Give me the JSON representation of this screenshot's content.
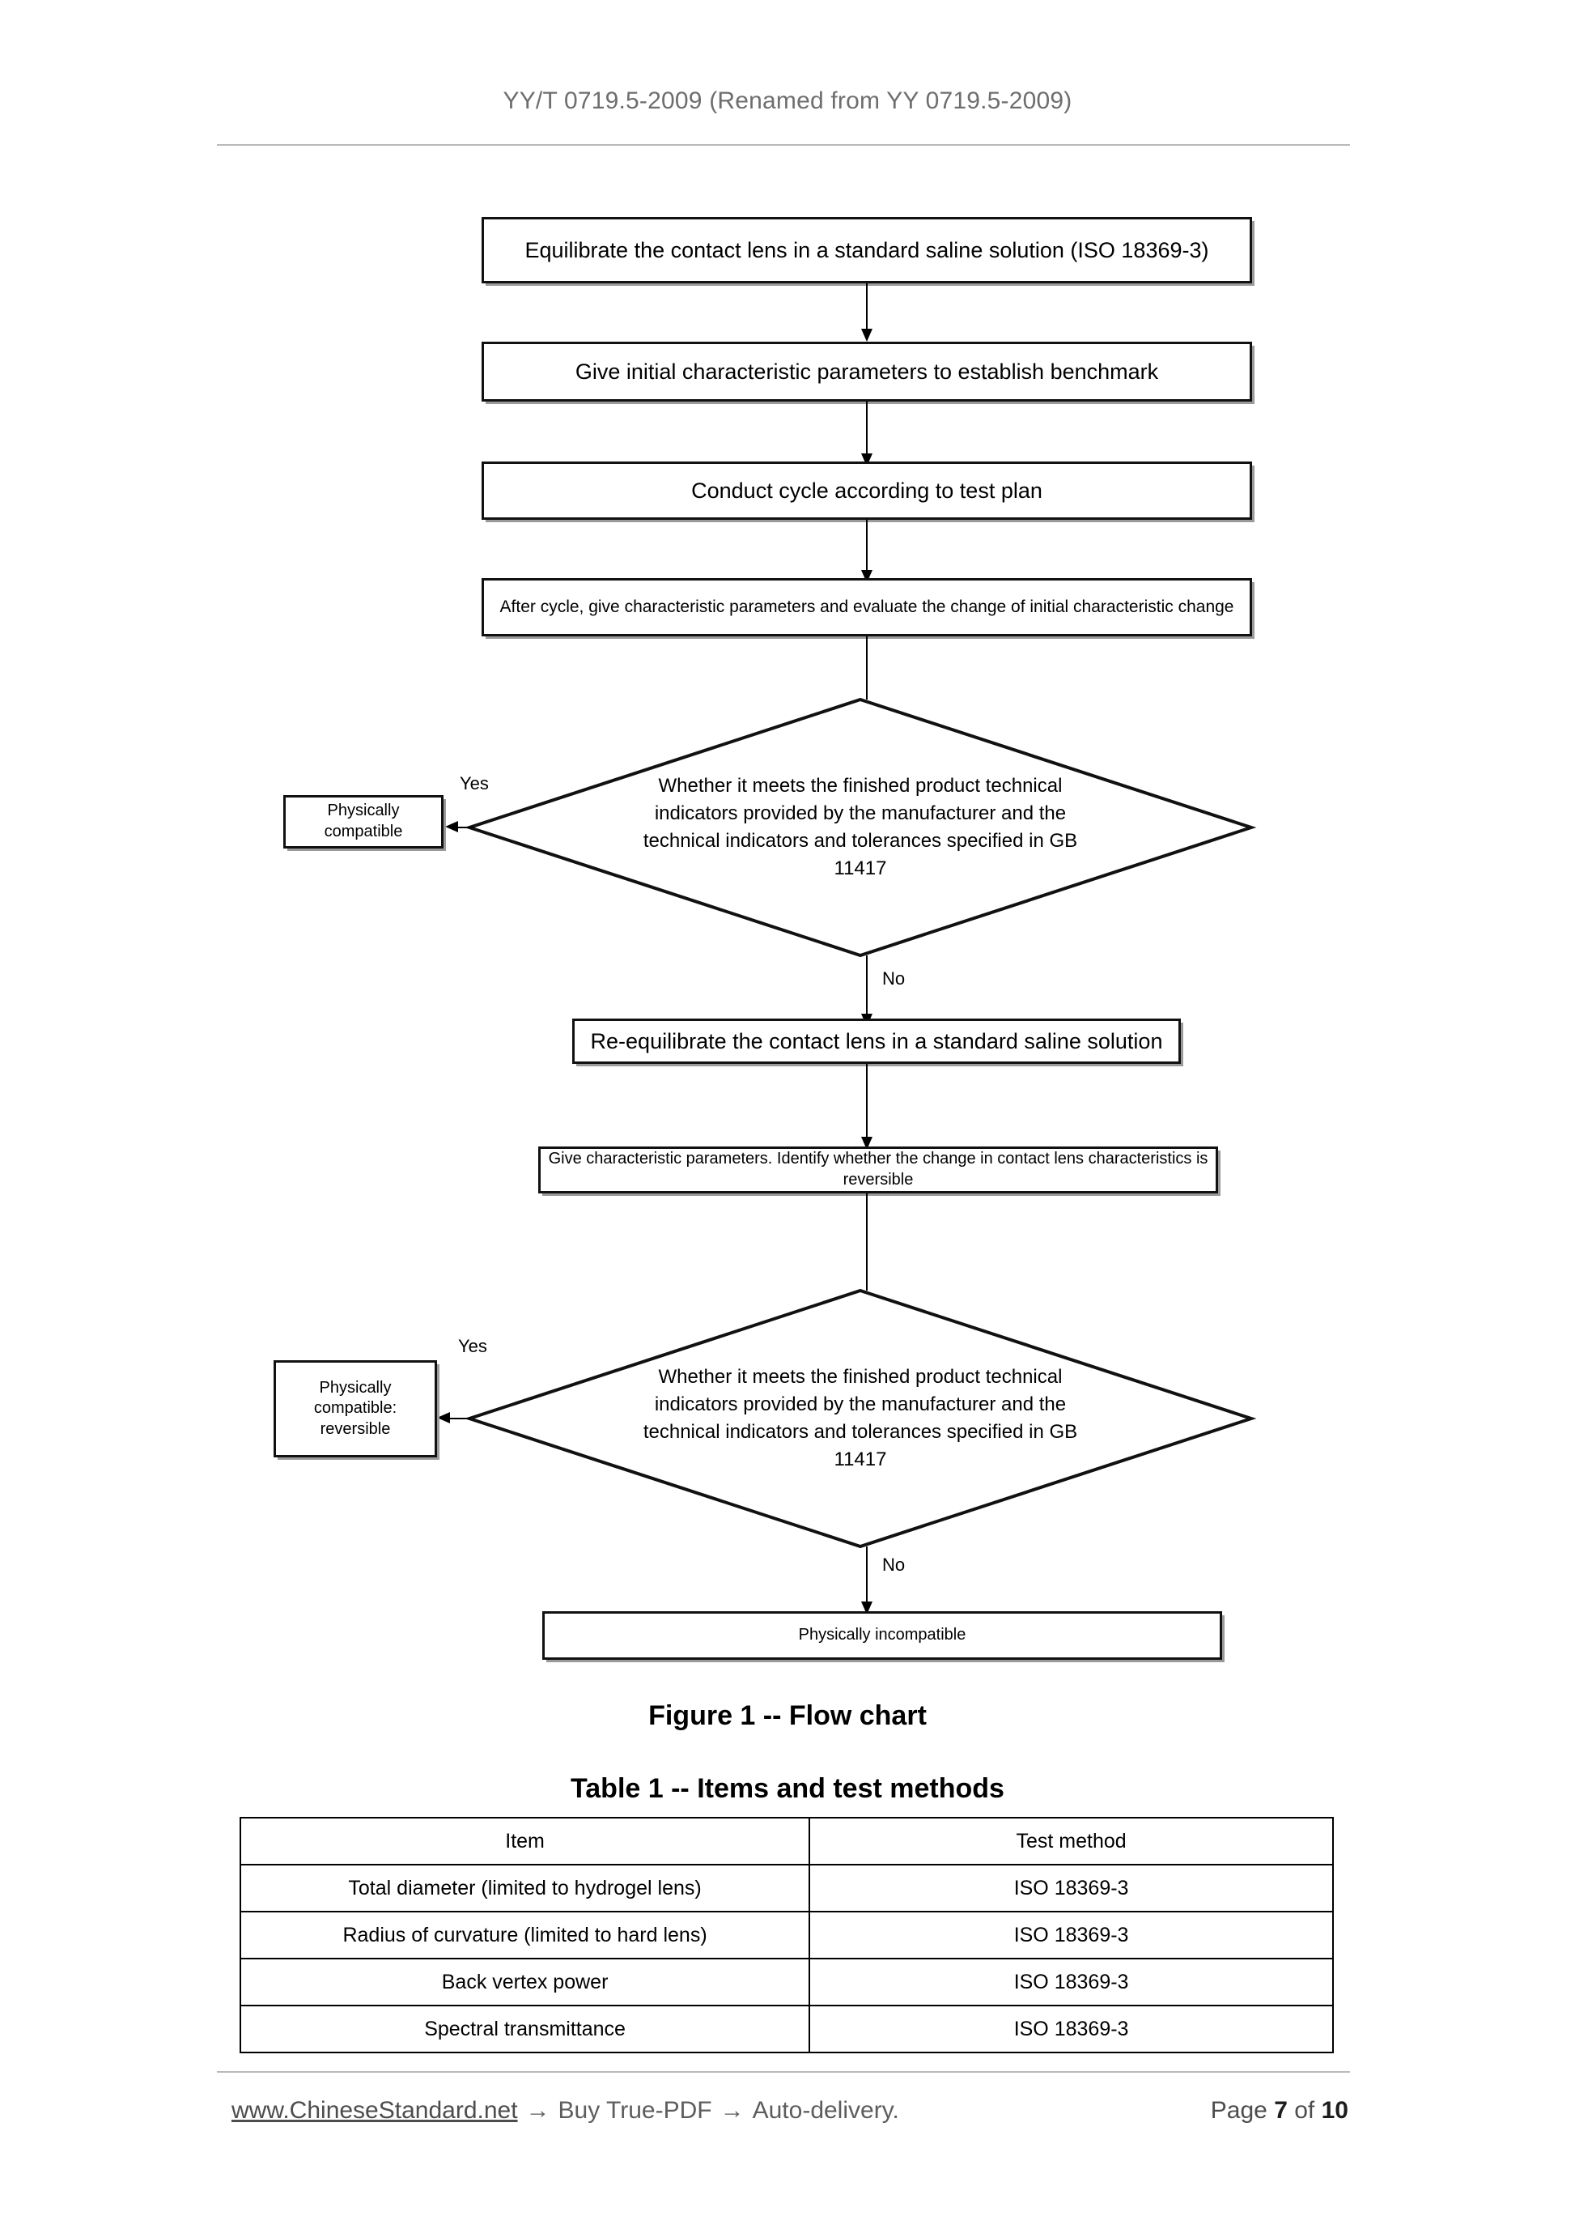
{
  "header": {
    "title": "YY/T 0719.5-2009 (Renamed from YY 0719.5-2009)"
  },
  "flowchart": {
    "nodes": {
      "equilibrate": "Equilibrate the contact lens in a standard saline solution (ISO 18369-3)",
      "benchmark": "Give initial characteristic parameters to establish benchmark",
      "cycle": "Conduct cycle according to test plan",
      "after_cycle": "After cycle, give characteristic parameters and evaluate the change of initial characteristic change",
      "decision_1": "Whether it meets the finished product technical indicators provided by the manufacturer and the technical indicators and tolerances specified in GB 11417",
      "physically_compatible": "Physically compatible",
      "re_equilibrate": "Re-equilibrate the contact lens in a standard saline solution",
      "identify_reversible": "Give characteristic parameters. Identify whether the change in contact lens characteristics is reversible",
      "decision_2": "Whether it meets the finished product technical indicators provided by the manufacturer and the technical indicators and tolerances specified in GB 11417",
      "physically_compatible_reversible": "Physically compatible: reversible",
      "physically_incompatible": "Physically incompatible"
    },
    "edge_labels": {
      "yes_1": "Yes",
      "no_1": "No",
      "yes_2": "Yes",
      "no_2": "No"
    }
  },
  "figure_caption": "Figure 1 -- Flow chart",
  "table_caption": "Table 1 -- Items and test methods",
  "table": {
    "headers": [
      "Item",
      "Test method"
    ],
    "rows": [
      [
        "Total diameter (limited to hydrogel lens)",
        "ISO 18369-3"
      ],
      [
        "Radius of curvature (limited to hard lens)",
        "ISO 18369-3"
      ],
      [
        "Back vertex power",
        "ISO 18369-3"
      ],
      [
        "Spectral transmittance",
        "ISO 18369-3"
      ]
    ]
  },
  "footer": {
    "site": "www.ChineseStandard.net",
    "arrow_1": "→",
    "buy": "Buy True-PDF",
    "arrow_2": "→",
    "delivery": "Auto-delivery.",
    "page_word": "Page",
    "page_number": "7",
    "of_word": "of",
    "page_total": "10"
  }
}
